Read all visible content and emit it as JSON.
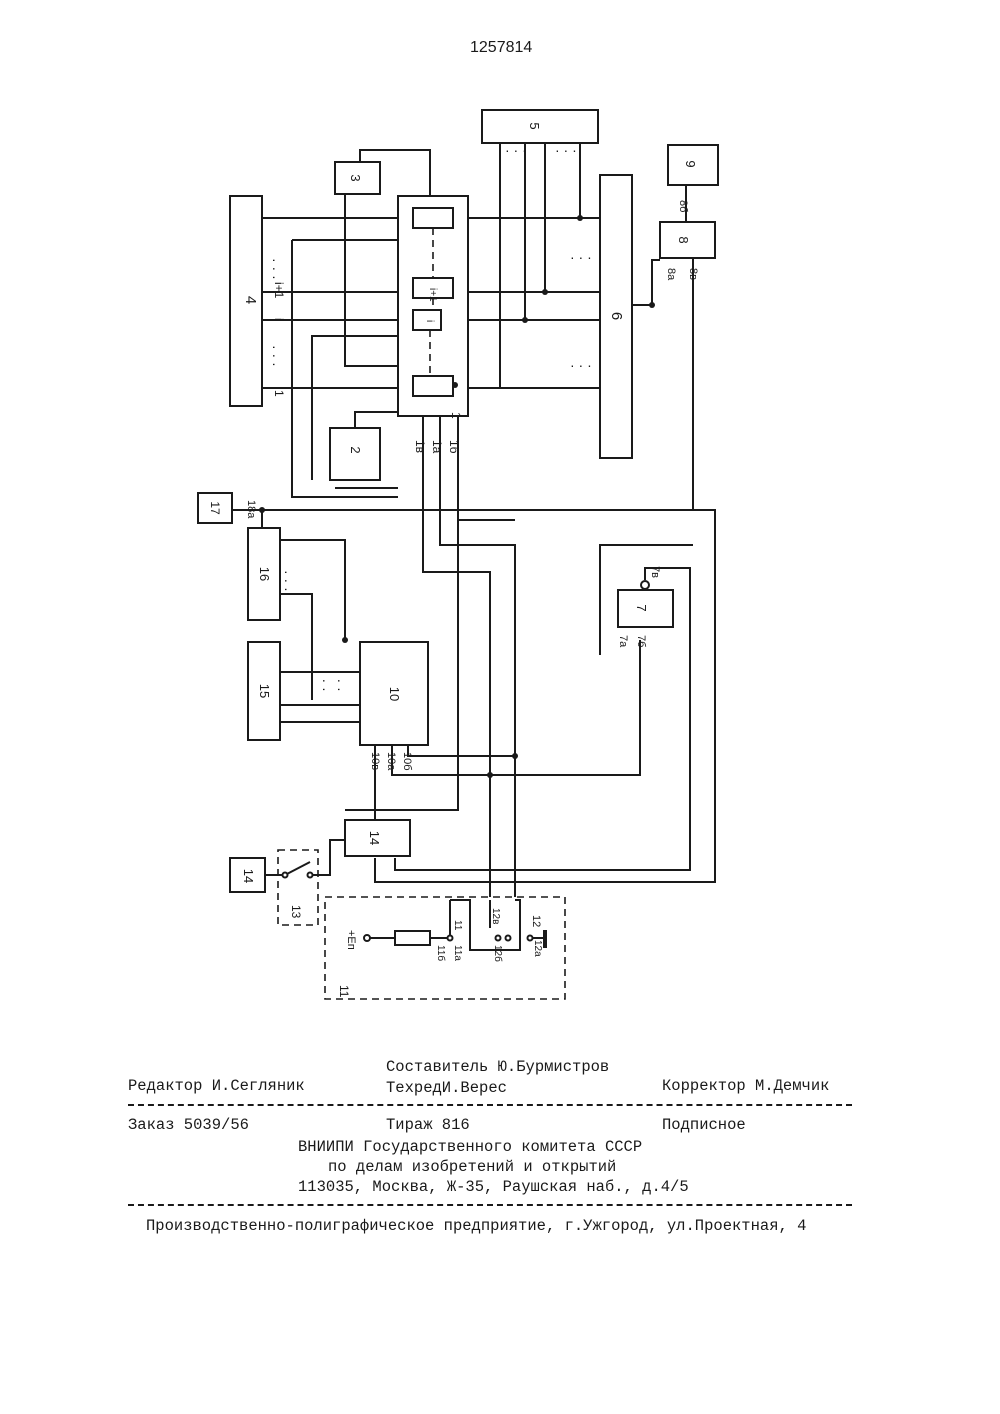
{
  "patent_number": "1257814",
  "blocks": {
    "b1": "1",
    "b2": "2",
    "b3": "3",
    "b4": "4",
    "b5": "5",
    "b6": "6",
    "b7": "7",
    "b8": "8",
    "b9": "9",
    "b10": "10",
    "b11": "11",
    "b12": "12",
    "b13": "13",
    "b14a": "14",
    "b14b": "14",
    "b15": "15",
    "b16": "16",
    "b17": "17"
  },
  "labels": {
    "i_plus_1": "i+1",
    "i": "i",
    "one": "1",
    "l1v": "1в",
    "l1a": "1а",
    "l1b": "1б",
    "l7a": "7а",
    "l7b": "7б",
    "l7v": "7в",
    "l8a": "8а",
    "l8b": "8б",
    "l8v": "8в",
    "l10v": "10в",
    "l10a": "10а",
    "l10b": "10б",
    "l11a": "11а",
    "l11b": "11б",
    "l12a": "12а",
    "l12b": "12б",
    "l12v": "12в",
    "l18a": "18а",
    "ep": "+Eп",
    "dots": "· · ·"
  },
  "footer": {
    "compiler": "Составитель Ю.Бурмистров",
    "editor": "Редактор И.Сегляник",
    "tech_editor": "ТехредИ.Верес",
    "corrector": "Корректор М.Демчик",
    "order": "Заказ 5039/56",
    "circulation": "Тираж 816",
    "subscription": "Подписное",
    "org_line1": "ВНИИПИ Государственного комитета СССР",
    "org_line2": "по делам изобретений и открытий",
    "org_address": "113035, Москва, Ж-35, Раушская наб., д.4/5",
    "printer": "Производственно-полиграфическое предприятие, г.Ужгород, ул.Проектная, 4"
  }
}
